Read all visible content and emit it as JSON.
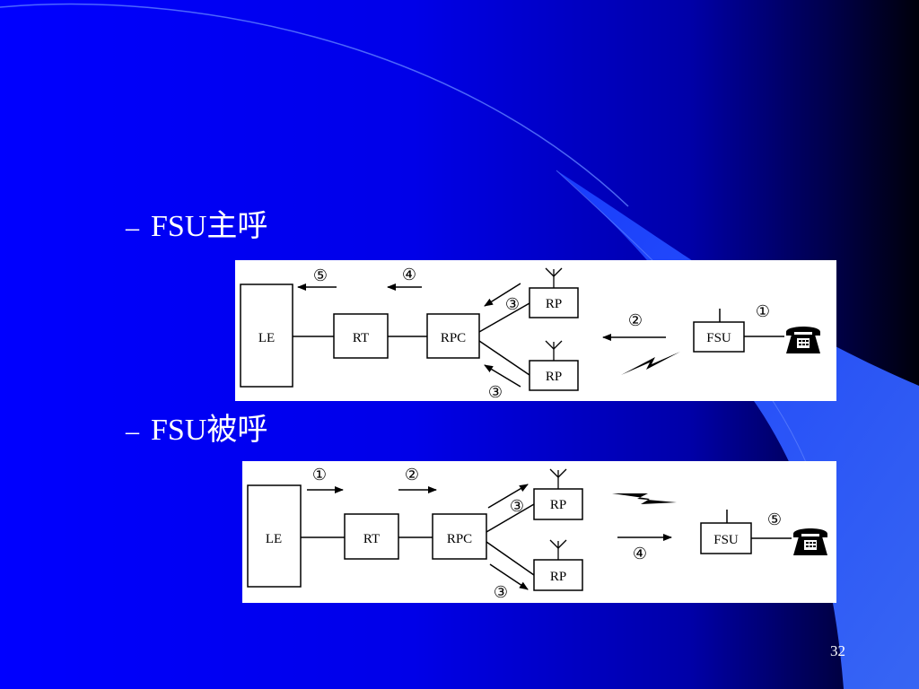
{
  "slide": {
    "bullets": [
      {
        "dash": "–",
        "text": "FSU主呼"
      },
      {
        "dash": "–",
        "text": "FSU被呼"
      }
    ],
    "page_number": "32",
    "colors": {
      "background": "#0000ff",
      "dark_corner": "#000020",
      "swoosh": "#2e5cff",
      "text": "#ffffff",
      "panel": "#ffffff"
    }
  },
  "diagrams": [
    {
      "nodes": {
        "le": "LE",
        "rt": "RT",
        "rpc": "RPC",
        "rp_top": "RP",
        "rp_bottom": "RP",
        "fsu": "FSU"
      },
      "steps": {
        "s5": "⑤",
        "s4": "④",
        "s3a": "③",
        "s3b": "③",
        "s2": "②",
        "s1": "①"
      },
      "icons": [
        "antenna-icon",
        "lightning-icon",
        "telephone-icon"
      ]
    },
    {
      "nodes": {
        "le": "LE",
        "rt": "RT",
        "rpc": "RPC",
        "rp_top": "RP",
        "rp_bottom": "RP",
        "fsu": "FSU"
      },
      "steps": {
        "s1": "①",
        "s2": "②",
        "s3a": "③",
        "s3b": "③",
        "s4": "④",
        "s5": "⑤"
      },
      "icons": [
        "antenna-icon",
        "lightning-icon",
        "telephone-icon"
      ]
    }
  ]
}
